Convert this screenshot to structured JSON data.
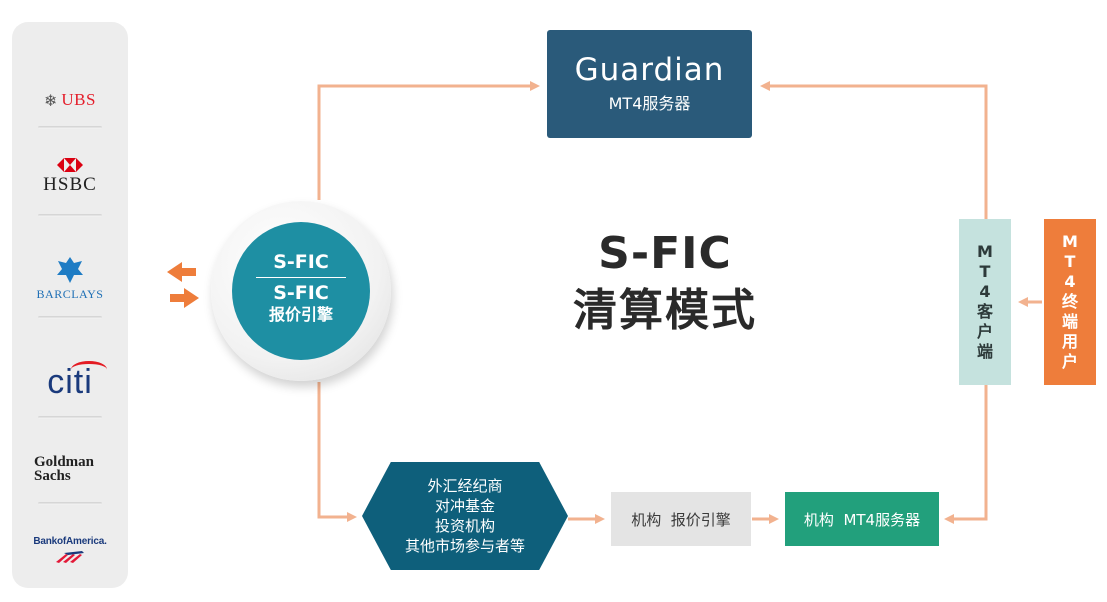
{
  "banks": [
    {
      "name": "UBS",
      "icon": "ubs-keys-icon"
    },
    {
      "name": "HSBC",
      "icon": "hsbc-hexagon-icon"
    },
    {
      "name": "BARCLAYS",
      "icon": "barclays-eagle-icon"
    },
    {
      "name": "citi",
      "icon": "citi-arc-icon"
    },
    {
      "name_line1": "Goldman",
      "name_line2": "Sachs"
    },
    {
      "name": "BankofAmerica.",
      "icon": "boa-flag-icon"
    }
  ],
  "guardian": {
    "title": "Guardian",
    "subtitle": "MT4服务器"
  },
  "engine": {
    "line1": "S-FIC",
    "line2": "S-FIC",
    "line3": "报价引擎"
  },
  "main_title": {
    "line1": "S-FIC",
    "line2": "清算模式"
  },
  "mt4_client": {
    "chars": [
      "M",
      "T",
      "4",
      "客",
      "户",
      "端"
    ]
  },
  "mt4_user": {
    "chars": [
      "M",
      "T",
      "4",
      "终",
      "端",
      "用",
      "户"
    ]
  },
  "institutions": {
    "lines": [
      "外汇经纪商",
      "对冲基金",
      "投资机构",
      "其他市场参与者等"
    ]
  },
  "inst_engine": {
    "label": "机构  报价引擎"
  },
  "inst_mt4": {
    "label": "机构  MT4服务器"
  },
  "colors": {
    "connector": "#f2b28f",
    "arrow_orange": "#ee7d3b",
    "guardian": "#2a5a7a",
    "engine_inner": "#1e8fa3",
    "client": "#c5e2de",
    "user": "#ee7d3b",
    "hexagon": "#0e5f7b",
    "inst_engine": "#e4e4e4",
    "inst_mt4": "#22a07c"
  }
}
